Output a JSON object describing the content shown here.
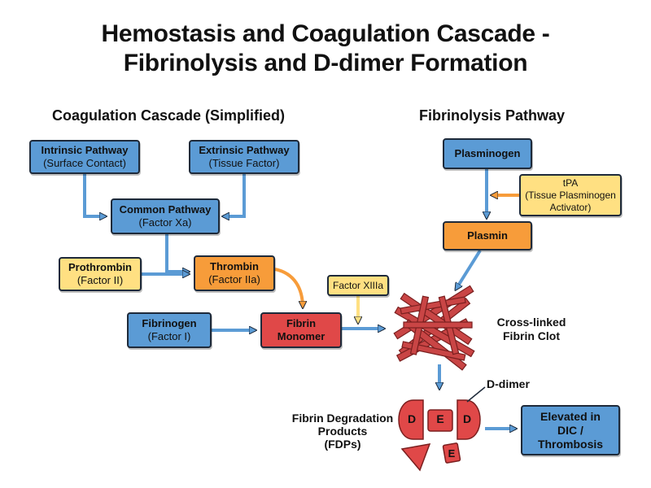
{
  "title_line1": "Hemostasis and Coagulation Cascade -",
  "title_line2": "Fibrinolysis and D-dimer Formation",
  "sections": {
    "coagulation": "Coagulation Cascade (Simplified)",
    "fibrinolysis": "Fibrinolysis Pathway"
  },
  "nodes": {
    "intrinsic": {
      "line1": "Intrinsic Pathway",
      "line2": "(Surface Contact)"
    },
    "extrinsic": {
      "line1": "Extrinsic Pathway",
      "line2": "(Tissue Factor)"
    },
    "common": {
      "line1": "Common Pathway",
      "line2": "(Factor Xa)"
    },
    "prothrombin": {
      "line1": "Prothrombin",
      "line2": "(Factor II)"
    },
    "thrombin": {
      "line1": "Thrombin",
      "line2": "(Factor IIa)"
    },
    "fibrinogen": {
      "line1": "Fibrinogen",
      "line2": "(Factor I)"
    },
    "fibrin_monomer": {
      "line1": "Fibrin",
      "line2": "Monomer"
    },
    "factor_xiiia": {
      "line1": "Factor XIIIa"
    },
    "plasminogen": {
      "line1": "Plasminogen"
    },
    "tpa": {
      "line1": "tPA",
      "line2": "(Tissue Plasminogen",
      "line3": "Activator)"
    },
    "plasmin": {
      "line1": "Plasmin"
    },
    "elevated": {
      "line1": "Elevated in",
      "line2": "DIC /",
      "line3": "Thrombosis"
    }
  },
  "labels": {
    "clot_line1": "Cross-linked",
    "clot_line2": "Fibrin Clot",
    "ddimer": "D-dimer",
    "fdp_line1": "Fibrin Degradation",
    "fdp_line2": "Products",
    "fdp_line3": "(FDPs)",
    "frag_d_left": "D",
    "frag_e": "E",
    "frag_d_right": "D",
    "frag_e_small": "E"
  },
  "colors": {
    "blue": "#5b9bd5",
    "yellow": "#ffe082",
    "orange": "#f79c3a",
    "red": "#e04848",
    "arrow_blue": "#5b9bd5",
    "arrow_orange": "#f79c3a",
    "arrow_yellow": "#ffe082"
  }
}
